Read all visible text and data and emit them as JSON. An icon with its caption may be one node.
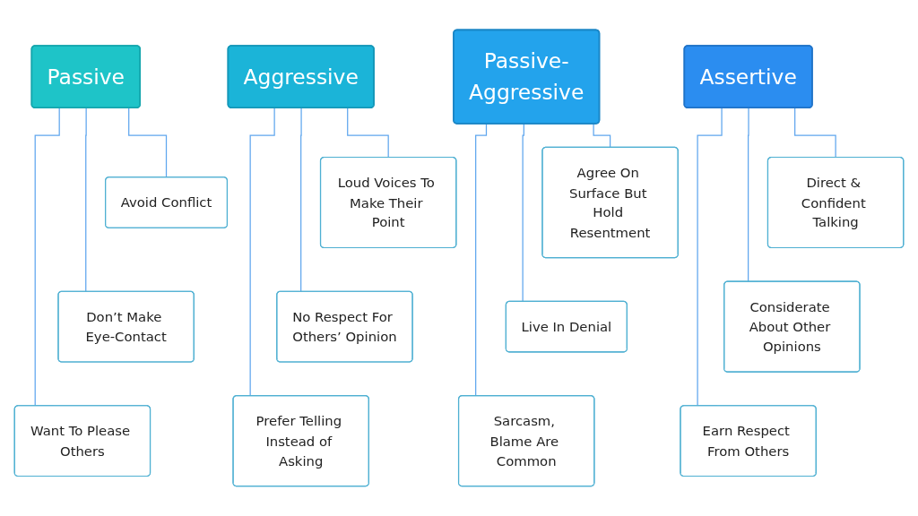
{
  "diagram": {
    "nodes": [
      {
        "text": [
          "Passive"
        ]
      },
      {
        "text": [
          "Avoid Conflict"
        ]
      },
      {
        "text": [
          "Don’t Make Eye-Contact"
        ]
      },
      {
        "text": [
          "Want To Please Others"
        ]
      },
      {
        "text": [
          "Aggressive"
        ]
      },
      {
        "text": [
          "Loud Voices To Make Their Point"
        ]
      },
      {
        "text": [
          "No Respect For Others’ Opinion"
        ]
      },
      {
        "text": [
          "Prefer Telling Instead of Asking"
        ]
      },
      {
        "text": [
          "Passive-Aggressive"
        ]
      },
      {
        "text": [
          "Agree On Surface But Hold Resentment"
        ]
      },
      {
        "text": [
          "Live In Denial"
        ]
      },
      {
        "text": [
          "Sarcasm, Blame Are Common"
        ]
      },
      {
        "text": [
          "Assertive"
        ]
      },
      {
        "text": [
          "Direct & Confident Talking"
        ]
      },
      {
        "text": [
          "Considerate About Other Opinions"
        ]
      },
      {
        "text": [
          "Earn Respect From Others"
        ]
      }
    ],
    "edges": [
      {
        "from": 0,
        "to": 1,
        "arrow": "none"
      },
      {
        "from": 0,
        "to": 2,
        "arrow": "none"
      },
      {
        "from": 0,
        "to": 3,
        "arrow": "none"
      },
      {
        "from": 4,
        "to": 5,
        "arrow": "none"
      },
      {
        "from": 4,
        "to": 6,
        "arrow": "none"
      },
      {
        "from": 4,
        "to": 7,
        "arrow": "none"
      },
      {
        "from": 8,
        "to": 9,
        "arrow": "none"
      },
      {
        "from": 8,
        "to": 10,
        "arrow": "none"
      },
      {
        "from": 8,
        "to": 11,
        "arrow": "none"
      },
      {
        "from": 12,
        "to": 13,
        "arrow": "none"
      },
      {
        "from": 12,
        "to": 14,
        "arrow": "none"
      },
      {
        "from": 12,
        "to": 15,
        "arrow": "none"
      }
    ]
  }
}
